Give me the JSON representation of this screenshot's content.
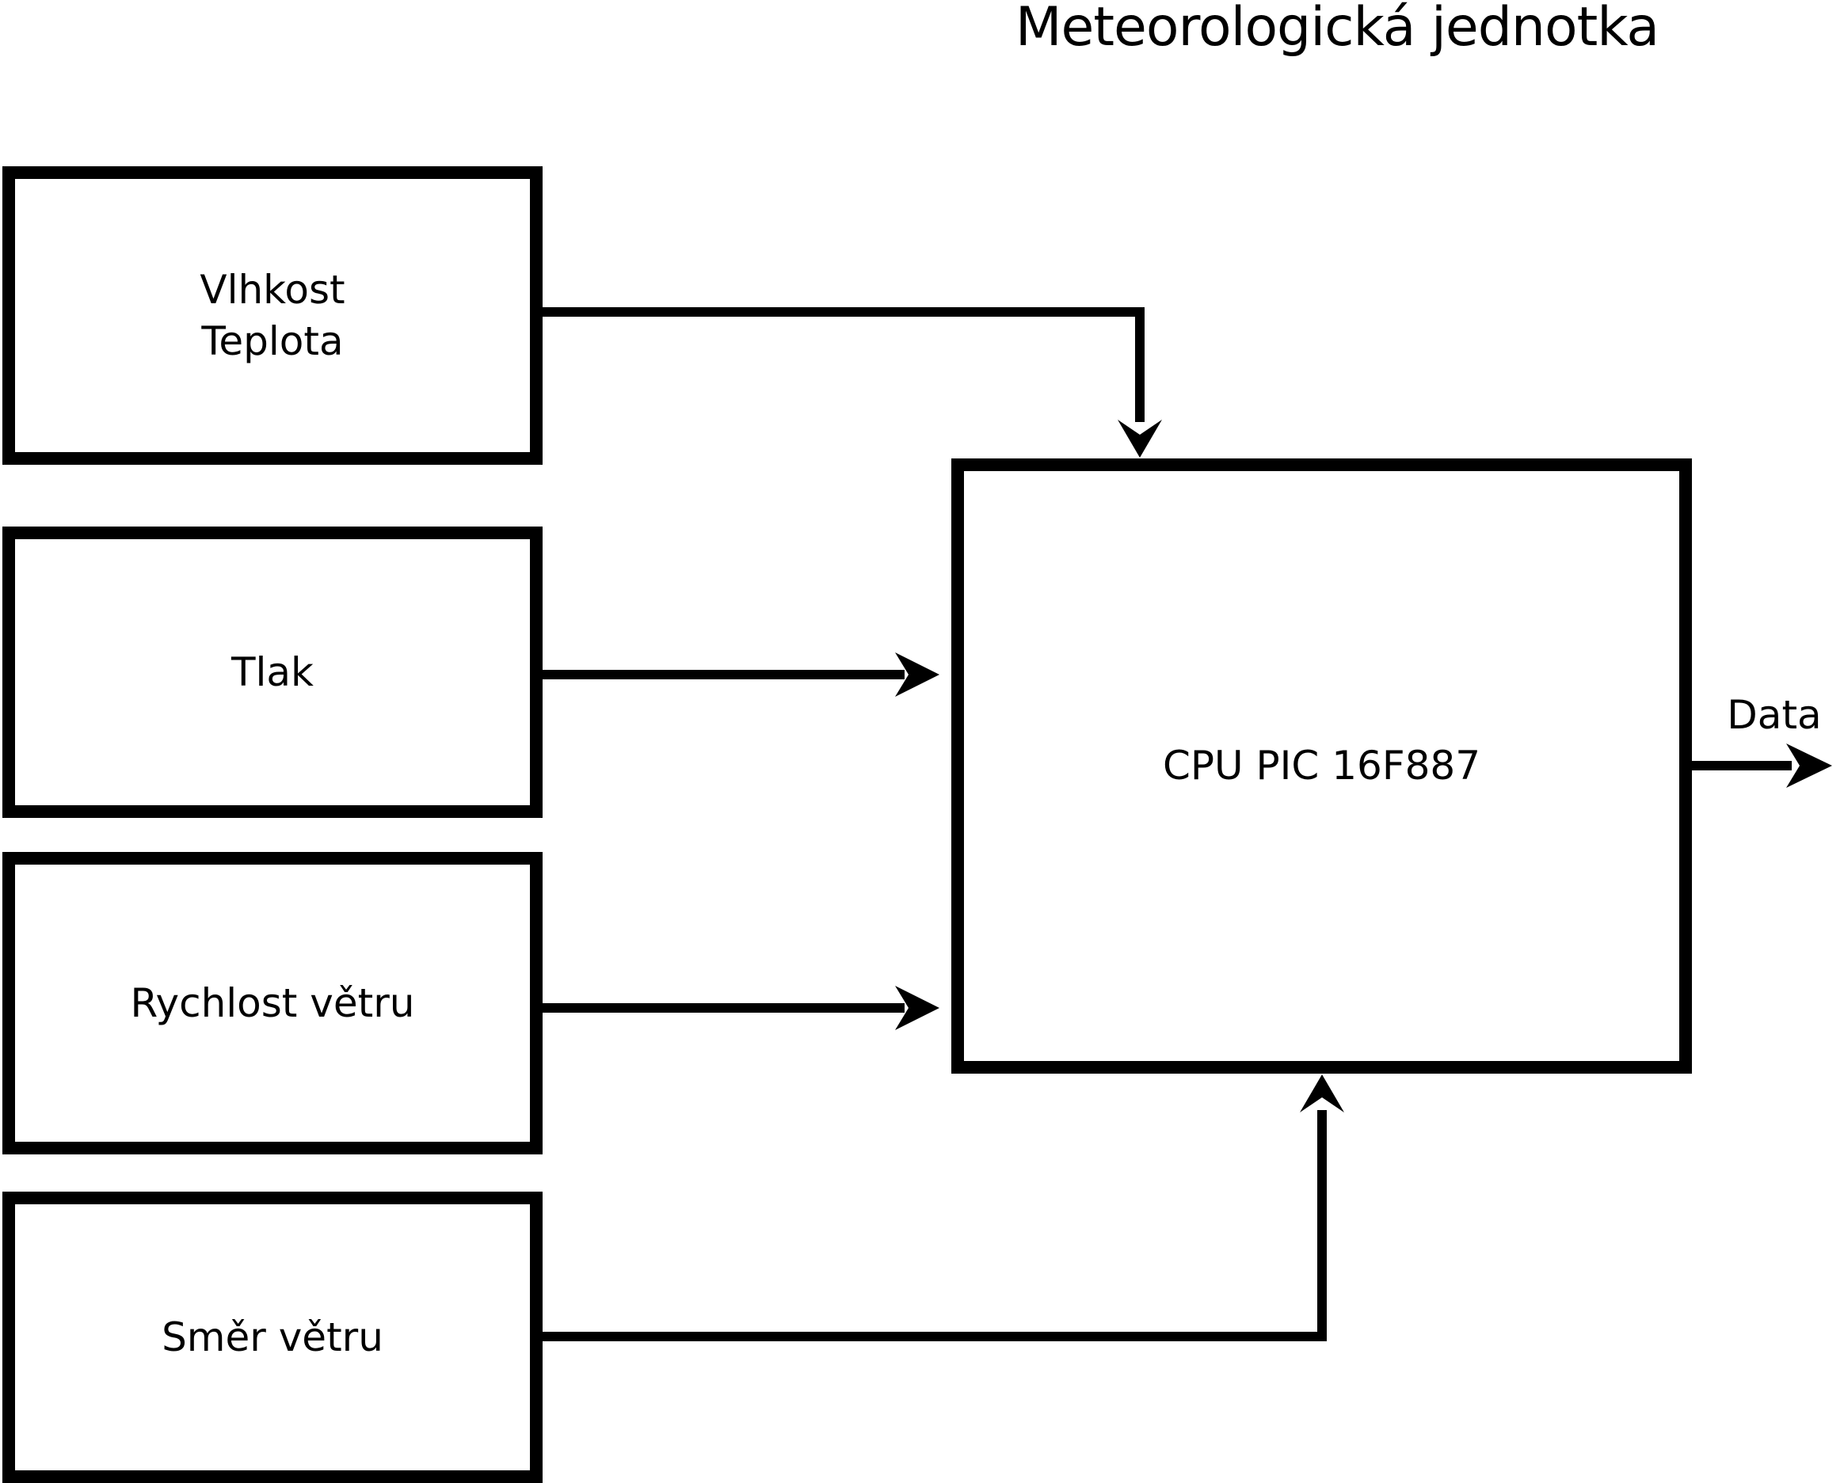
{
  "diagram": {
    "title": "Meteorologická jednotka",
    "sensors": [
      {
        "label": "Vlhkost\nTeplota"
      },
      {
        "label": "Tlak"
      },
      {
        "label": "Rychlost větru"
      },
      {
        "label": "Směr větru"
      }
    ],
    "cpu": {
      "label": "CPU PIC 16F887"
    },
    "output": {
      "label": "Data"
    },
    "colors": {
      "line": "#000000",
      "background": "#ffffff",
      "text": "#000000"
    }
  }
}
